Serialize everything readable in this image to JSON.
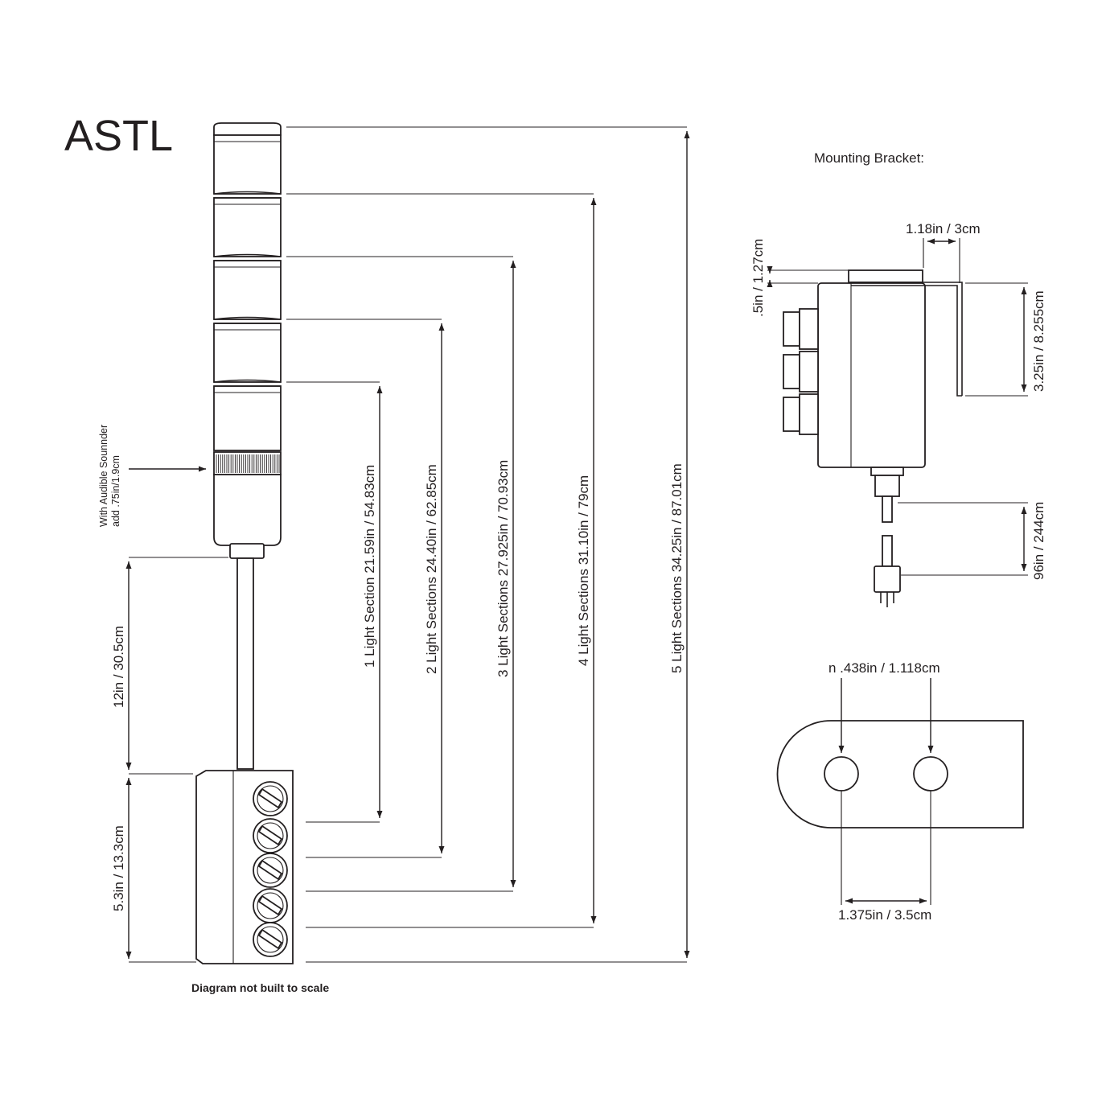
{
  "title": "ASTL",
  "note": "Diagram not built to scale",
  "sounder_note": {
    "line1": "With Audible Sounnder",
    "line2": "add .75in/1.9cm"
  },
  "tower_dimensions": [
    "1 Light  Section 21.59in / 54.83cm",
    "2 Light  Sections 24.40in / 62.85cm",
    "3 Light  Sections 27.925in / 70.93cm",
    "4 Light  Sections 31.10in / 79cm",
    "5 Light  Sections 34.25in / 87.01cm"
  ],
  "pole_length": "12in / 30.5cm",
  "box_height": "5.3in / 13.3cm",
  "bracket": {
    "title": "Mounting Bracket:",
    "width_label": "1.18in / 3cm",
    "thickness_label": ".5in / 1.27cm",
    "height_label": "3.25in / 8.255cm",
    "cord_label": "96in / 244cm"
  },
  "plate": {
    "hole_label": "n .438in / 1.118cm",
    "spacing_label": "1.375in / 3.5cm"
  }
}
